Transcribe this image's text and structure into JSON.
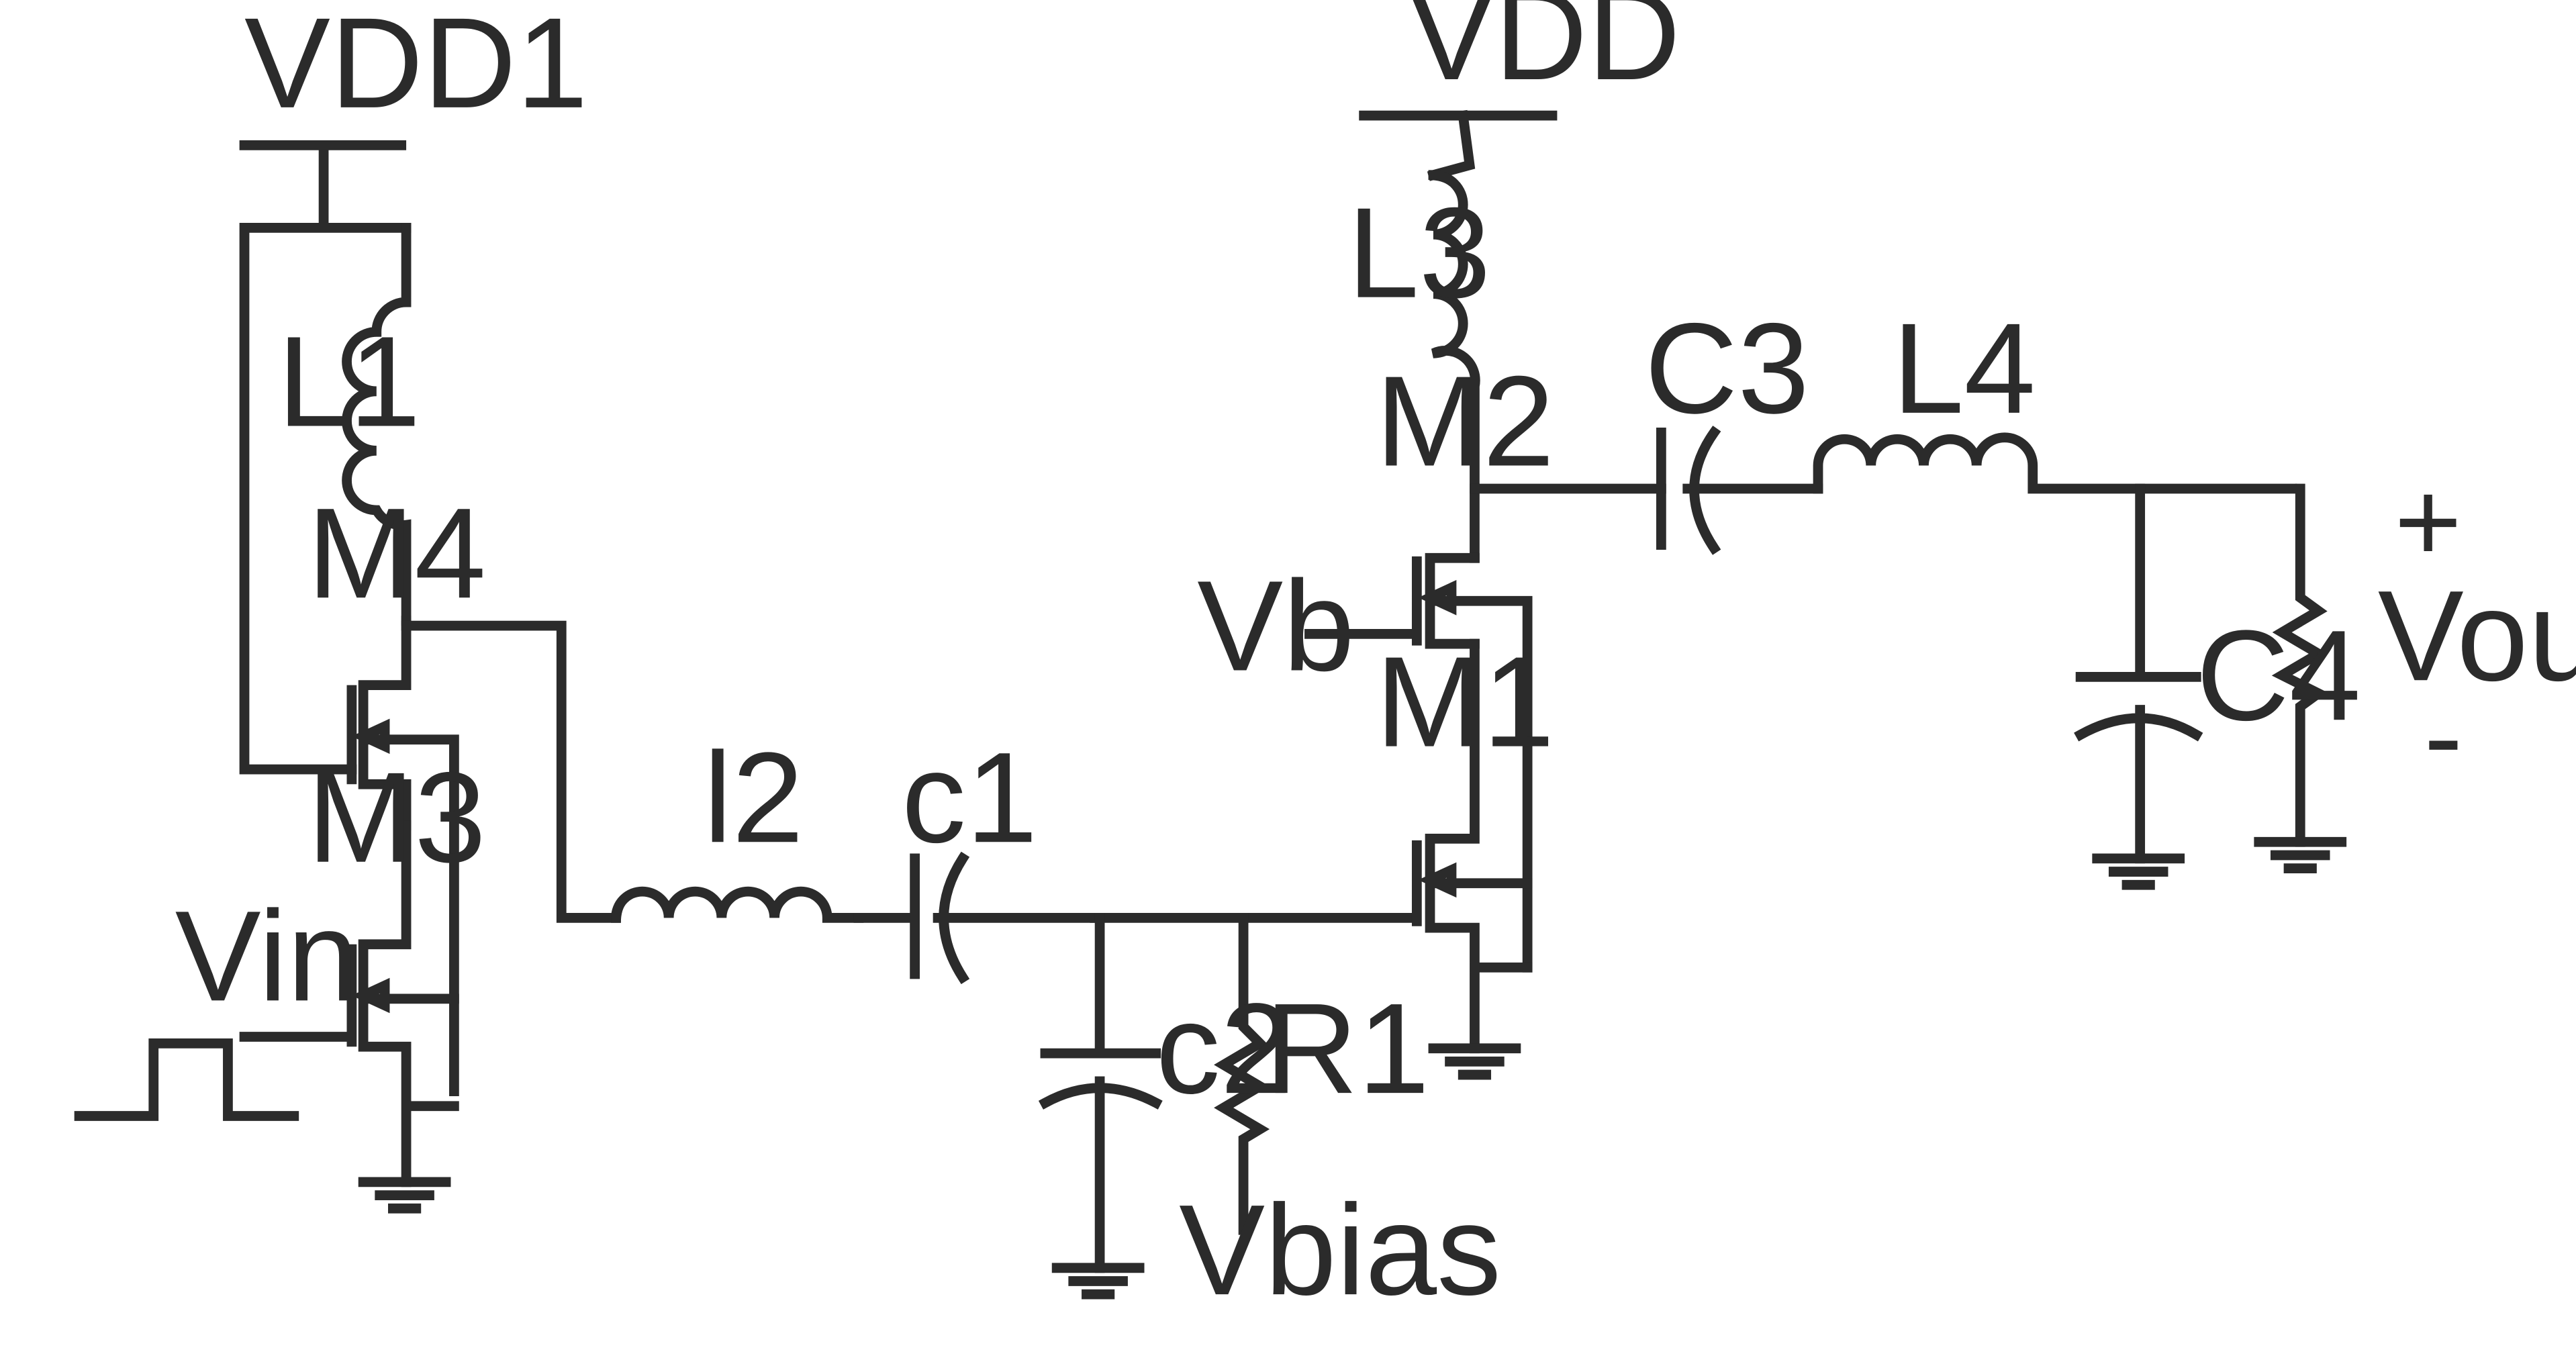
{
  "circuit": {
    "supplies": {
      "vdd1": "VDD1",
      "vdd": "VDD"
    },
    "inductors": {
      "l1": "L1",
      "l2": "l2",
      "l3": "L3",
      "l4": "L4"
    },
    "capacitors": {
      "c1": "c1",
      "c2": "c2",
      "c3": "C3",
      "c4": "C4"
    },
    "resistors": {
      "r1": "R1"
    },
    "transistors": {
      "m1": "M1",
      "m2": "M2",
      "m3": "M3",
      "m4": "M4"
    },
    "nodes": {
      "vin": "Vin",
      "vb": "Vb",
      "vbias": "Vbias",
      "vout": "Vout",
      "plus": "+",
      "minus": "-"
    }
  },
  "colors": {
    "wire": "#2b2b2b",
    "background": "#ffffff"
  }
}
